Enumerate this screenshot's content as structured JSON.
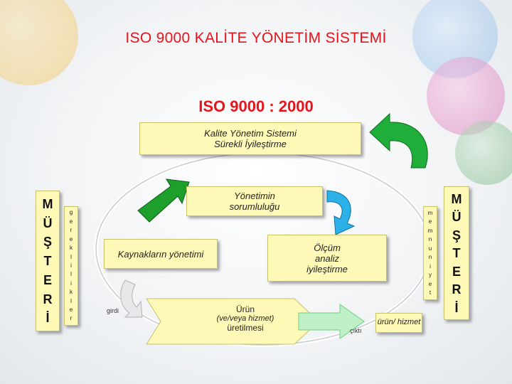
{
  "title": "ISO 9000 KALİTE YÖNETİM SİSTEMİ",
  "subtitle": "ISO 9000 : 2000",
  "qms_box": {
    "line1": "Kalite Yönetim Sistemi",
    "line2": "Sürekli İyileştirme"
  },
  "management_box": {
    "line1": "Yönetimin",
    "line2": "sorumluluğu"
  },
  "resources_box": {
    "label": "Kaynakların yönetimi"
  },
  "measurement_box": {
    "line1": "Ölçüm",
    "line2": "analiz",
    "line3": "iyileştirme"
  },
  "product_box": {
    "line1": "Ürün",
    "line2": "(ve/veya hizmet)",
    "line3": "üretilmesi"
  },
  "customer_left": {
    "letters": [
      "M",
      "Ü",
      "Ş",
      "T",
      "E",
      "R",
      "İ"
    ]
  },
  "requirements": {
    "letters": [
      "g",
      "e",
      "r",
      "e",
      "k",
      "l",
      "i",
      "l",
      "i",
      "k",
      "l",
      "e",
      "r"
    ]
  },
  "satisfaction": {
    "letters": [
      "m",
      "e",
      "m",
      "n",
      "u",
      "n",
      "i",
      "y",
      "e",
      "t"
    ]
  },
  "customer_right": {
    "letters": [
      "M",
      "Ü",
      "Ş",
      "T",
      "E",
      "R",
      "İ"
    ]
  },
  "labels": {
    "input": "girdi",
    "output": "çıktı",
    "product_service": "ürün/ hizmet"
  },
  "colors": {
    "title": "#e8141b",
    "box_fill": "#fff9b8",
    "green_arrow": "#1e9e2a",
    "blue_arrow": "#2bb0e8",
    "light_green_arrow": "#4fd46a"
  }
}
